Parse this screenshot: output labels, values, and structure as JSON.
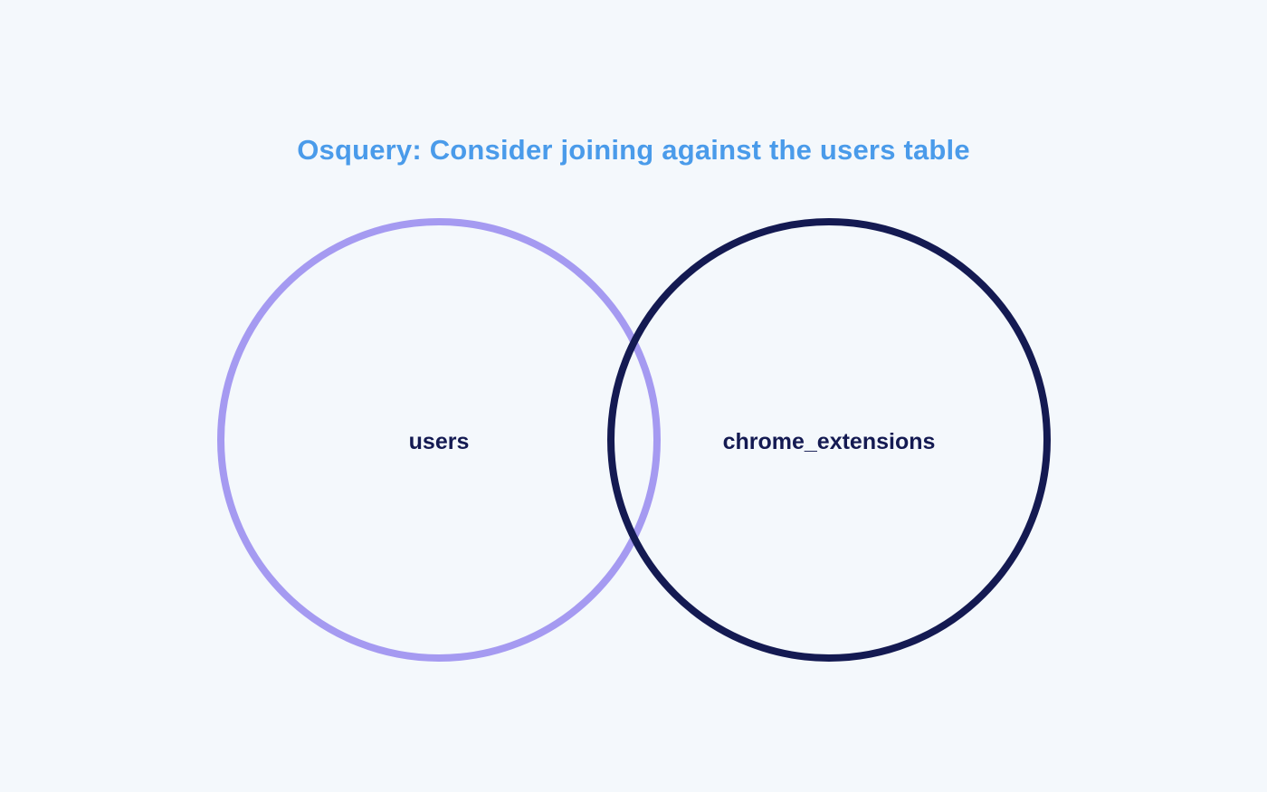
{
  "title": "Osquery: Consider joining against the users table",
  "sets": [
    {
      "label": "users",
      "color": "#a59af1"
    },
    {
      "label": "chrome_extensions",
      "color": "#141a52"
    }
  ],
  "colors": {
    "background": "#f4f8fc",
    "title": "#4a9bea",
    "label": "#141a52"
  }
}
